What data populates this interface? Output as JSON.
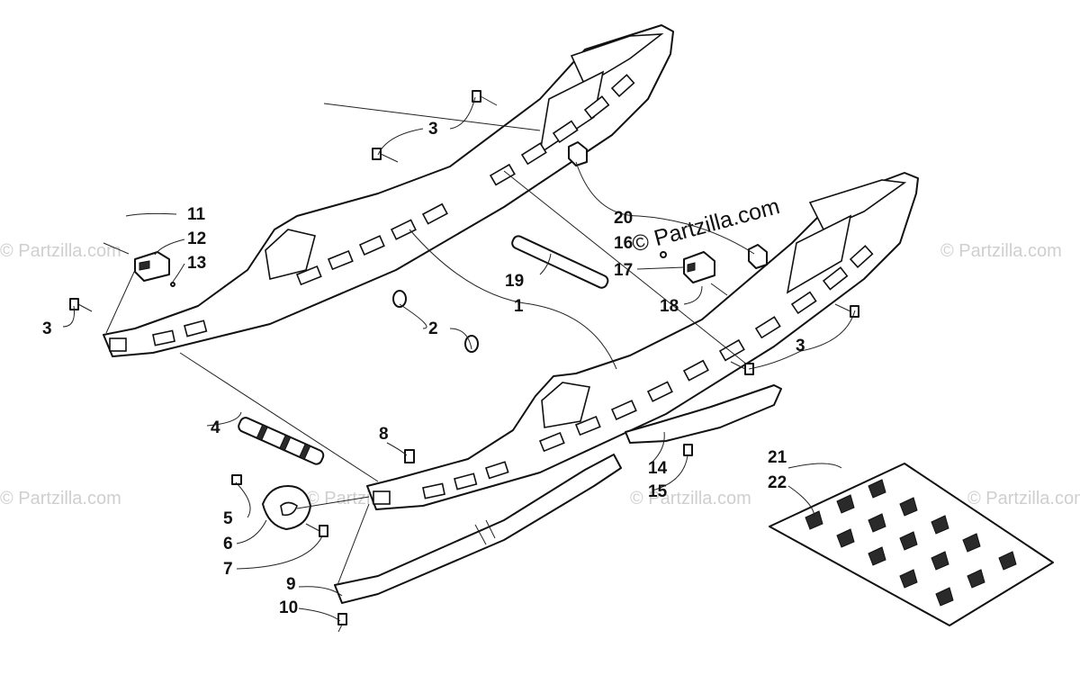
{
  "watermark_main": "© Partzilla.com",
  "watermark_faint": "© Partzilla.com",
  "callouts": {
    "c1": "1",
    "c2": "2",
    "c3a": "3",
    "c3b": "3",
    "c3c": "3",
    "c4": "4",
    "c5": "5",
    "c6": "6",
    "c7": "7",
    "c8": "8",
    "c9": "9",
    "c10": "10",
    "c11": "11",
    "c12": "12",
    "c13": "13",
    "c14": "14",
    "c15": "15",
    "c16": "16",
    "c17": "17",
    "c18": "18",
    "c19": "19",
    "c20": "20",
    "c21": "21",
    "c22": "22"
  },
  "icons": [
    "rail-left",
    "rail-right",
    "axle",
    "spacer-shaft",
    "bumper-block",
    "wheel-cap",
    "wear-strip",
    "scraper-strip",
    "track-segment",
    "bolt",
    "washer",
    "bushing"
  ]
}
